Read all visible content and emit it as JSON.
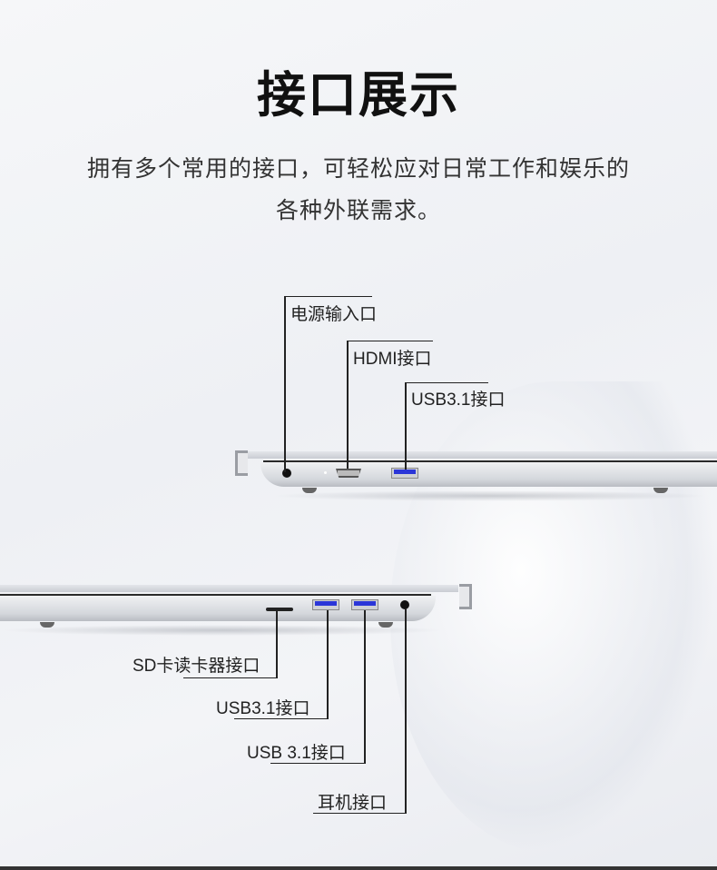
{
  "title": "接口展示",
  "subtitle": [
    "拥有多个常用的接口，可轻松应对日常工作和娱乐的",
    "各种外联需求。"
  ],
  "left_side_ports": [
    {
      "label": "电源输入口"
    },
    {
      "label": "HDMI接口"
    },
    {
      "label": "USB3.1接口"
    }
  ],
  "right_side_ports": [
    {
      "label": "SD卡读卡器接口"
    },
    {
      "label": "USB3.1接口"
    },
    {
      "label": "USB 3.1接口"
    },
    {
      "label": "耳机接口"
    }
  ],
  "colors": {
    "usb_port": "#2b36d8",
    "text": "#222222"
  }
}
